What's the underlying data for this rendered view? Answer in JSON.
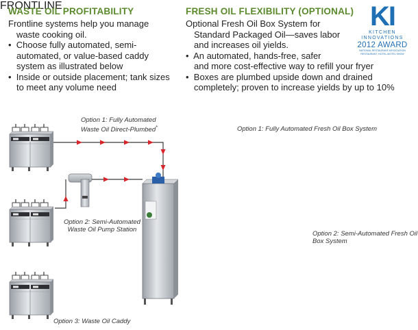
{
  "left_section": {
    "title": "WASTE OIL PROFITABILITY",
    "intro_line1": "Frontline systems help you manage",
    "intro_line2": "waste cooking oil.",
    "bullets": [
      {
        "line1": "Choose fully automated, semi-",
        "line2": "automated, or value-based caddy",
        "line3": "system as illustrated below"
      },
      {
        "line1": "Inside or outside placement; tank sizes",
        "line2": "to meet any volume need"
      }
    ],
    "option1_line1": "Option 1: Fully Automated",
    "option1_line2": "Waste Oil Direct-Plumbed",
    "option1_mark": "*",
    "option2_line1": "Option 2: Semi-Automated",
    "option2_line2": "Waste Oil Pump Station",
    "option3": "Option 3: Waste Oil Caddy",
    "tank_label": "FRONTLINE"
  },
  "right_section": {
    "title": "FRESH OIL FLEXIBILITY (OPTIONAL)",
    "intro_line1": "Optional Fresh Oil Box System for",
    "intro_line2": "Standard Packaged Oil—saves labor",
    "intro_line3": "and increases oil yields.",
    "bullets": [
      {
        "line1": "An automated, hands-free, safer",
        "line2": "and more cost-effective way to refill your fryer"
      },
      {
        "line1": "Boxes are plumbed upside down and drained",
        "line2": "completely; proven to increase yields by up to 10%"
      }
    ],
    "option1": "Option 1: Fully Automated Fresh Oil Box System",
    "option2": "Option 2: Semi-Automated Fresh Oil Box System"
  },
  "logo": {
    "letters": "KI",
    "line1": "KITCHEN",
    "line2": "INNOVATIONS",
    "year": "2012 AWARD",
    "small1": "NATIONAL RESTAURANT ASSOCIATION",
    "small2": "RESTAURANT, HOTEL-MOTEL SHOW"
  },
  "colors": {
    "heading": "#5b8a2c",
    "flow_line": "#3a3a3a",
    "arrow": "#d7262b",
    "logo": "#1f6fb4",
    "steel": "#b9bec3",
    "oil_box": "#e9b879"
  }
}
